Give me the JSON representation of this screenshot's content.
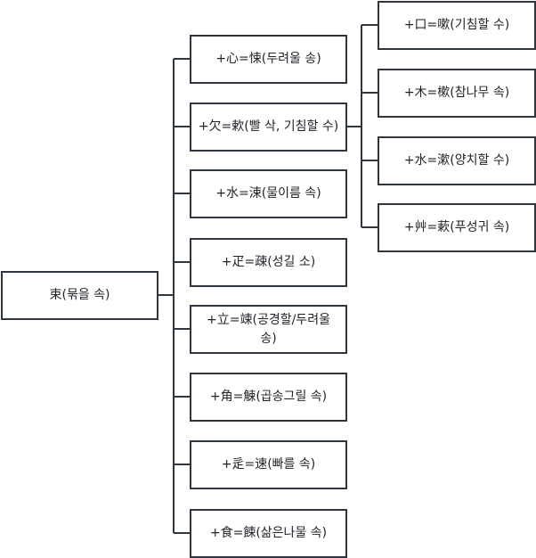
{
  "root": {
    "label": "束(묶을 속)"
  },
  "children": [
    {
      "label": "+心=悚(두려울 송)"
    },
    {
      "label": "+欠=欶(빨 삭, 기침할 수)"
    },
    {
      "label": "+水=涑(물이름 속)"
    },
    {
      "label": "+疋=疎(성길 소)"
    },
    {
      "label": "+立=竦(공경할/두려울 송)"
    },
    {
      "label": "+角=觫(곱송그릴 속)"
    },
    {
      "label": "+辵=速(빠를 속)"
    },
    {
      "label": "+食=餗(삶은나물 속)"
    }
  ],
  "grandchildren": [
    {
      "label": "+口=嗽(기침할 수)"
    },
    {
      "label": "+木=樕(참나무 속)"
    },
    {
      "label": "+水=漱(양치할 수)"
    },
    {
      "label": "+艸=蔌(푸성귀 속)"
    }
  ],
  "colors": {
    "border": "#2f3640",
    "line": "#2f3640",
    "text": "#1f2328"
  }
}
